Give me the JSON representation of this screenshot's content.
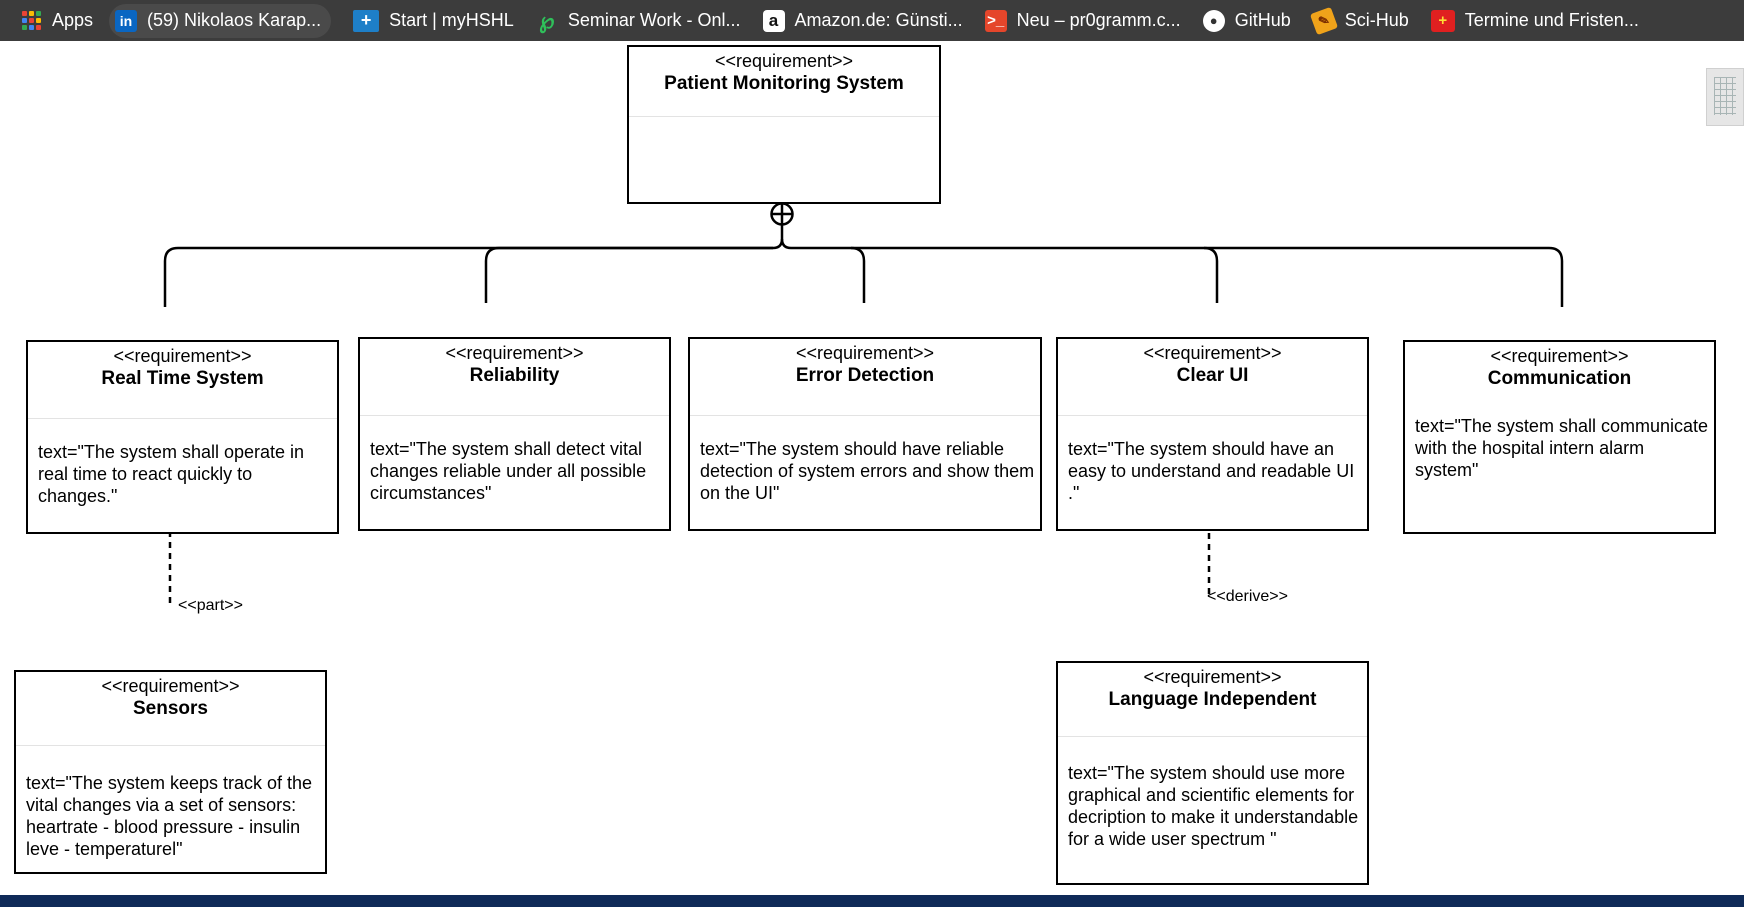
{
  "bookmarks": [
    {
      "icon": "apps-grid-icon",
      "label": "Apps"
    },
    {
      "icon": "linkedin-icon",
      "label": "(59) Nikolaos Karap..."
    },
    {
      "icon": "hshl-icon",
      "label": "Start | myHSHL"
    },
    {
      "icon": "seminar-leaf-icon",
      "label": "Seminar Work - Onl..."
    },
    {
      "icon": "amazon-icon",
      "label": "Amazon.de: Günsti..."
    },
    {
      "icon": "terminal-icon",
      "label": "Neu – pr0gramm.c..."
    },
    {
      "icon": "github-icon",
      "label": "GitHub"
    },
    {
      "icon": "scihub-icon",
      "label": "Sci-Hub"
    },
    {
      "icon": "flag-icon",
      "label": "Termine und Fristen..."
    }
  ],
  "diagram": {
    "stereotype": "<<requirement>>",
    "root": {
      "name": "Patient Monitoring System",
      "text": ""
    },
    "children": [
      {
        "key": "rts",
        "name": "Real Time System",
        "text": "text=\"The system shall operate in real time to react quickly to changes.\""
      },
      {
        "key": "rel",
        "name": "Reliability",
        "text": "text=\"The system shall detect vital changes reliable under all possible circumstances\""
      },
      {
        "key": "err",
        "name": "Error Detection",
        "text": "text=\"The system should have reliable detection of system errors and show them on the UI\""
      },
      {
        "key": "cui",
        "name": "Clear UI",
        "text": "text=\"The system should have an easy to understand and readable UI .\""
      },
      {
        "key": "com",
        "name": "Communication",
        "text": "text=\"The system shall communicate with the hospital intern alarm system\""
      }
    ],
    "sensors": {
      "name": "Sensors",
      "text": "text=\"The system keeps track of the vital changes via a set of sensors: heartrate - blood pressure - insulin leve - temperaturel\""
    },
    "language": {
      "name": "Language Independent",
      "text": "text=\"The system should use more graphical and scientific elements for decription to make it understandable for a wide user spectrum \""
    },
    "edges": {
      "part_label": "<<part>>",
      "derive_label": "<<derive>>"
    }
  },
  "colors": {
    "bookmarks_bar": "#3c3c3c",
    "taskbar": "#0f2a58",
    "diagram_line": "#000000"
  }
}
